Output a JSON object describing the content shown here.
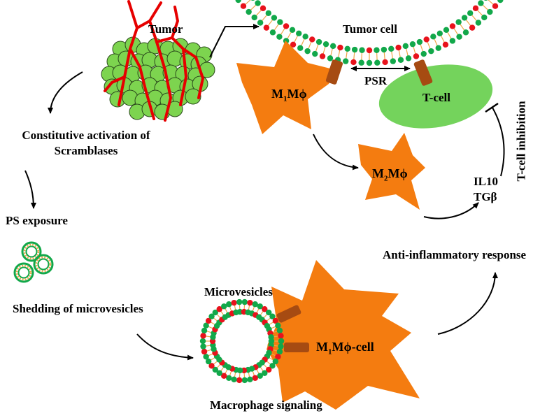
{
  "labels": {
    "tumor": "Tumor",
    "tumor_cell": "Tumor cell",
    "psr": "PSR",
    "m1_macrophage": {
      "main": "M",
      "sub": "1",
      "rest": "Mϕ"
    },
    "t_cell": "T-cell",
    "m2_macrophage": {
      "main": "M",
      "sub": "2",
      "rest": "Mϕ"
    },
    "constitutive_activation": "Constitutive activation of",
    "scramblases": "Scramblases",
    "ps_exposure": "PS exposure",
    "shedding": "Shedding of  microvesicles",
    "il10": "IL10",
    "tgb": "TGβ",
    "t_cell_inhibition": "T-cell inhibition",
    "anti_inflammatory": "Anti-inflammatory response",
    "microvesicles": "Microvesicles",
    "m1_cell": {
      "main": "M",
      "sub": "1",
      "rest": "Mϕ-cell"
    },
    "macrophage_signaling": "Macrophage signaling"
  },
  "colors": {
    "tumor_green": "#7dd44f",
    "vessel_red": "#e60000",
    "macrophage_orange": "#f47c10",
    "tcell_green": "#74d35c",
    "membrane_green": "#12a84a",
    "membrane_red": "#e8121c",
    "lipid_tail": "#f0a64a",
    "receptor_brown": "#a64b12"
  }
}
